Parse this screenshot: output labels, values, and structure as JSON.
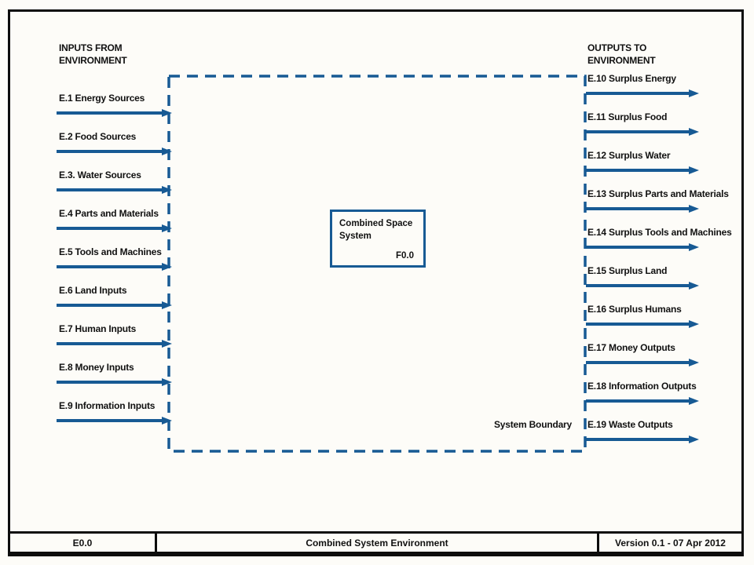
{
  "colors": {
    "accent": "#175a94",
    "frame": "#0d0d0d",
    "background": "#fdfcf8"
  },
  "inputs": {
    "header": "INPUTS FROM\nENVIRONMENT",
    "items": [
      "E.1 Energy Sources",
      "E.2 Food Sources",
      "E.3. Water Sources",
      "E.4 Parts and Materials",
      "E.5 Tools and Machines",
      "E.6 Land Inputs",
      "E.7 Human Inputs",
      "E.8 Money Inputs",
      "E.9 Information Inputs"
    ]
  },
  "outputs": {
    "header": "OUTPUTS TO\nENVIRONMENT",
    "items": [
      "E.10 Surplus Energy",
      "E.11 Surplus Food",
      "E.12 Surplus Water",
      "E.13 Surplus Parts and Materials",
      "E.14 Surplus Tools and Machines",
      "E.15 Surplus Land",
      "E.16 Surplus Humans",
      "E.17 Money Outputs",
      "E.18 Information Outputs",
      "E.19 Waste Outputs"
    ]
  },
  "system_box": {
    "title": "Combined Space System",
    "id": "F0.0"
  },
  "boundary_label": "System Boundary",
  "footer": {
    "node_id": "E0.0",
    "title": "Combined System Environment",
    "version": "Version 0.1 - 07 Apr 2012"
  }
}
